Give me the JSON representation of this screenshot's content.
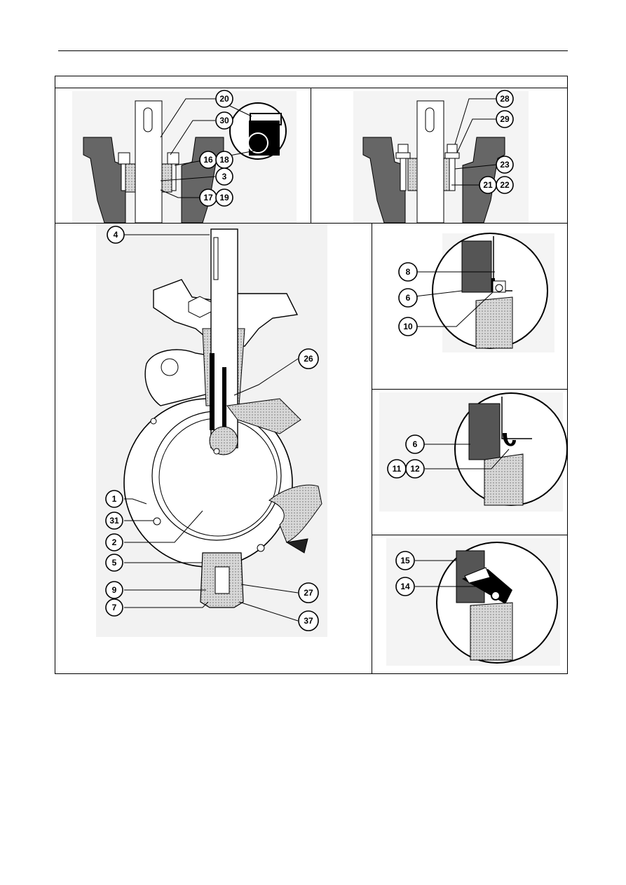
{
  "callouts": {
    "c20": "20",
    "c30": "30",
    "c16": "16",
    "c18": "18",
    "c3": "3",
    "c17": "17",
    "c19": "19",
    "c28": "28",
    "c29": "29",
    "c23": "23",
    "c21": "21",
    "c22": "22",
    "c4": "4",
    "c26": "26",
    "c1": "1",
    "c31": "31",
    "c2": "2",
    "c5": "5",
    "c9": "9",
    "c7": "7",
    "c27": "27",
    "c37": "37",
    "c8": "8",
    "c6a": "6",
    "c10": "10",
    "c6b": "6",
    "c11": "11",
    "c12": "12",
    "c15": "15",
    "c14": "14"
  },
  "colors": {
    "dark": "#555555",
    "hatch": "#888888",
    "line": "#000000",
    "light": "#e6e6e6"
  }
}
